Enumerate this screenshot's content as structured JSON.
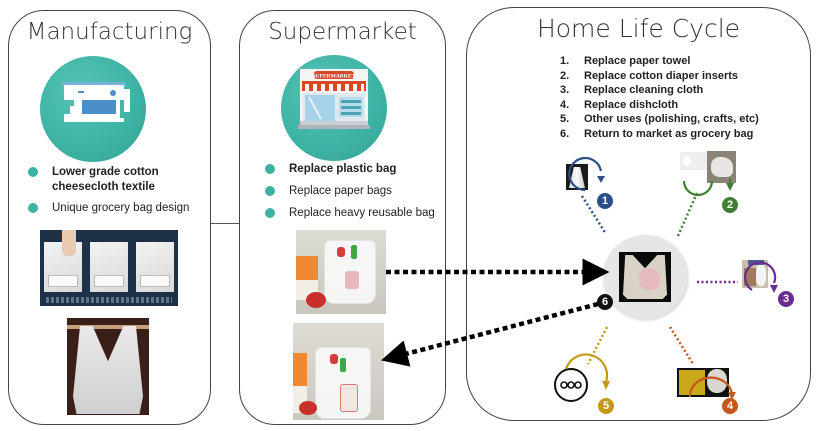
{
  "manufacturing": {
    "title": "Manufacturing",
    "icon": "sewing-machine-icon",
    "bullets": [
      {
        "text": "Lower grade cotton cheesecloth textile",
        "bold": true
      },
      {
        "text": "Unique grocery bag design",
        "bold": false
      }
    ],
    "images": [
      "cheesecloth-fabric-grades-photo",
      "cheesecloth-bag-hanging-photo"
    ]
  },
  "supermarket": {
    "title": "Supermarket",
    "icon": "supermarket-storefront-icon",
    "icon_sign": "SUPERMARKET",
    "bullets": [
      {
        "text": "Replace plastic bag",
        "bold": true
      },
      {
        "text": "Replace paper bags",
        "bold": false
      },
      {
        "text": "Replace heavy reusable bag",
        "bold": false
      }
    ],
    "images": [
      "grocery-bag-filled-photo",
      "grocery-bag-returned-photo"
    ]
  },
  "home": {
    "title": "Home Life Cycle",
    "list": [
      {
        "num": "1.",
        "text": "Replace paper towel"
      },
      {
        "num": "2.",
        "text": "Replace cotton diaper inserts"
      },
      {
        "num": "3.",
        "text": "Replace cleaning cloth"
      },
      {
        "num": "4.",
        "text": "Replace dishcloth"
      },
      {
        "num": "5.",
        "text": "Other uses (polishing, crafts, etc)"
      },
      {
        "num": "6.",
        "text": "Return to market as grocery bag"
      }
    ],
    "nodes": [
      {
        "badge": "1",
        "color": "#2c4f8c",
        "label": "paper-towel"
      },
      {
        "badge": "2",
        "color": "#3f7f34",
        "label": "diaper-inserts"
      },
      {
        "badge": "3",
        "color": "#6b2c8f",
        "label": "cleaning-cloth"
      },
      {
        "badge": "4",
        "color": "#c5581f",
        "label": "dishcloth"
      },
      {
        "badge": "5",
        "color": "#c49a12",
        "label": "other-uses"
      },
      {
        "badge": "6",
        "color": "#111111",
        "label": "return-to-market"
      }
    ]
  },
  "colors": {
    "teal": "#3db2a3",
    "border": "#444444"
  }
}
